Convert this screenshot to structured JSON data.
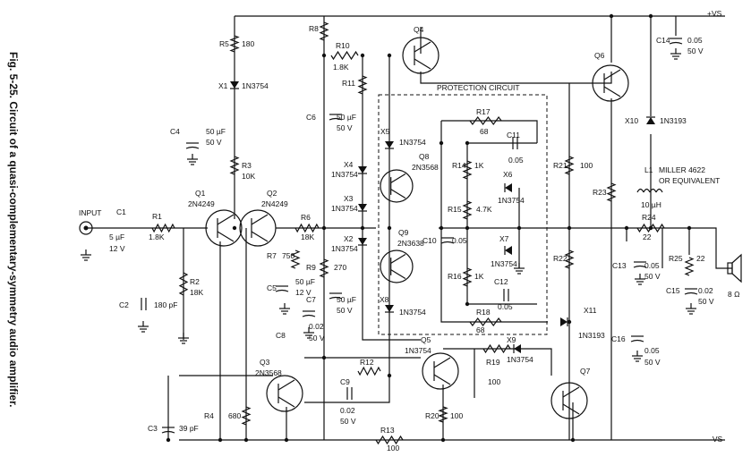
{
  "figure": {
    "caption": "Fig. 5-25. Circuit of a quasi-complementary-symmetry audio amplifier."
  },
  "rails": {
    "pos": "+VS",
    "neg": "-VS"
  },
  "input": {
    "label": "INPUT"
  },
  "protection_box": {
    "label": "PROTECTION CIRCUIT"
  },
  "inductor": {
    "brand": "MILLER 4622",
    "alt": "OR EQUIVALENT",
    "ref": "L1",
    "value": "10 µH"
  },
  "speaker": {
    "value": "8 Ω"
  },
  "transistors": [
    {
      "ref": "Q1",
      "part": "2N4249"
    },
    {
      "ref": "Q2",
      "part": "2N4249"
    },
    {
      "ref": "Q3",
      "part": "2N3568"
    },
    {
      "ref": "Q4",
      "part": ""
    },
    {
      "ref": "Q5",
      "part": "1N3754"
    },
    {
      "ref": "Q6",
      "part": ""
    },
    {
      "ref": "Q7",
      "part": ""
    },
    {
      "ref": "Q8",
      "part": "2N3568"
    },
    {
      "ref": "Q9",
      "part": "2N3638"
    }
  ],
  "resistors": [
    {
      "ref": "R1",
      "value": "1.8K"
    },
    {
      "ref": "R2",
      "value": "18K"
    },
    {
      "ref": "R3",
      "value": "10K"
    },
    {
      "ref": "R4",
      "value": "680"
    },
    {
      "ref": "R5",
      "value": "180"
    },
    {
      "ref": "R6",
      "value": "18K"
    },
    {
      "ref": "R7",
      "value": "750"
    },
    {
      "ref": "R8",
      "value": ""
    },
    {
      "ref": "R9",
      "value": "270"
    },
    {
      "ref": "R10",
      "value": "1.8K"
    },
    {
      "ref": "R11",
      "value": ""
    },
    {
      "ref": "R12",
      "value": ""
    },
    {
      "ref": "R13",
      "value": "100"
    },
    {
      "ref": "R14",
      "value": "1K"
    },
    {
      "ref": "R15",
      "value": "4.7K"
    },
    {
      "ref": "R16",
      "value": "1K"
    },
    {
      "ref": "R17",
      "value": "68"
    },
    {
      "ref": "R18",
      "value": "68"
    },
    {
      "ref": "R19",
      "value": "100"
    },
    {
      "ref": "R20",
      "value": "100"
    },
    {
      "ref": "R21",
      "value": "100"
    },
    {
      "ref": "R22",
      "value": ""
    },
    {
      "ref": "R23",
      "value": ""
    },
    {
      "ref": "R24",
      "value": "22"
    },
    {
      "ref": "R25",
      "value": "22"
    }
  ],
  "capacitors": [
    {
      "ref": "C1",
      "value": "5 µF",
      "volt": "12 V"
    },
    {
      "ref": "C2",
      "value": "180 pF",
      "volt": ""
    },
    {
      "ref": "C3",
      "value": "39 pF",
      "volt": ""
    },
    {
      "ref": "C4",
      "value": "50 µF",
      "volt": "50 V"
    },
    {
      "ref": "C5",
      "value": "50 µF",
      "volt": "12 V"
    },
    {
      "ref": "C6",
      "value": "50 µF",
      "volt": "50 V"
    },
    {
      "ref": "C7",
      "value": "50 µF",
      "volt": "50 V"
    },
    {
      "ref": "C8",
      "value": "0.02",
      "volt": "50 V"
    },
    {
      "ref": "C9",
      "value": "0.02",
      "volt": "50 V"
    },
    {
      "ref": "C10",
      "value": "0.05",
      "volt": ""
    },
    {
      "ref": "C11",
      "value": "0.05",
      "volt": ""
    },
    {
      "ref": "C12",
      "value": "0.05",
      "volt": ""
    },
    {
      "ref": "C13",
      "value": "0.05",
      "volt": "50 V"
    },
    {
      "ref": "C14",
      "value": "0.05",
      "volt": "50 V"
    },
    {
      "ref": "C15",
      "value": "0.02",
      "volt": "50 V"
    },
    {
      "ref": "C16",
      "value": "0.05",
      "volt": "50 V"
    }
  ],
  "diodes": [
    {
      "ref": "X1",
      "part": "1N3754"
    },
    {
      "ref": "X2",
      "part": "1N3754"
    },
    {
      "ref": "X3",
      "part": "1N3754"
    },
    {
      "ref": "X4",
      "part": "1N3754"
    },
    {
      "ref": "X5",
      "part": "1N3754"
    },
    {
      "ref": "X6",
      "part": "1N3754"
    },
    {
      "ref": "X7",
      "part": "1N3754"
    },
    {
      "ref": "X8",
      "part": "1N3754"
    },
    {
      "ref": "X9",
      "part": "1N3754"
    },
    {
      "ref": "X10",
      "part": "1N3193"
    },
    {
      "ref": "X11",
      "part": "1N3193"
    }
  ]
}
